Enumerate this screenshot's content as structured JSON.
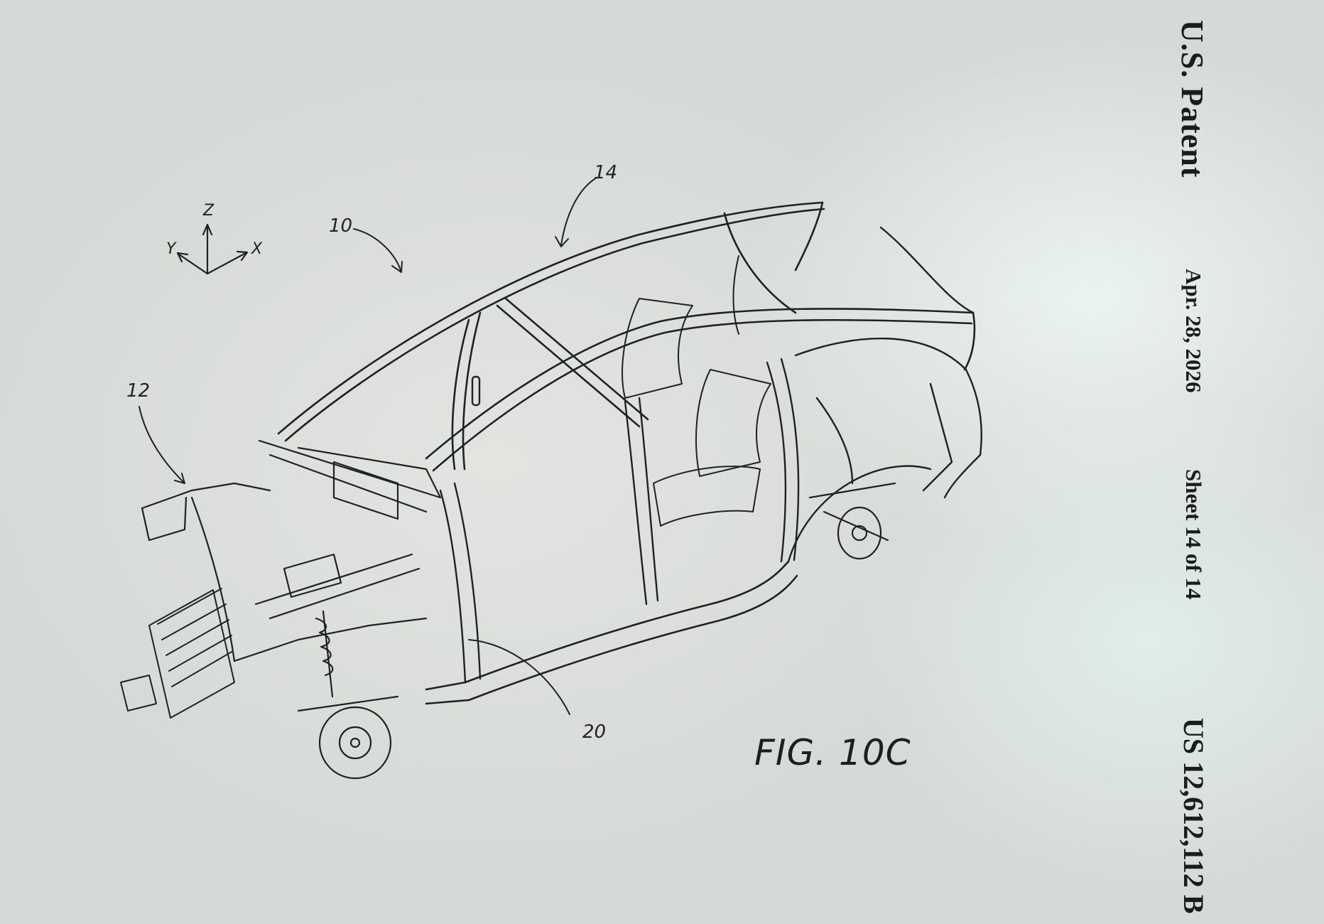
{
  "header": {
    "title": "U.S. Patent",
    "date": "Apr. 28, 2026",
    "sheet": "Sheet 14 of 14",
    "patent_number": "US 12,612,112 B"
  },
  "figure": {
    "label": "FIG. 10C",
    "axes": {
      "z": "Z",
      "y": "Y",
      "x": "X"
    },
    "references": [
      "10",
      "12",
      "14",
      "20"
    ]
  },
  "colors": {
    "ink": "#1b1d1d",
    "paper": "#e2e4e1"
  }
}
